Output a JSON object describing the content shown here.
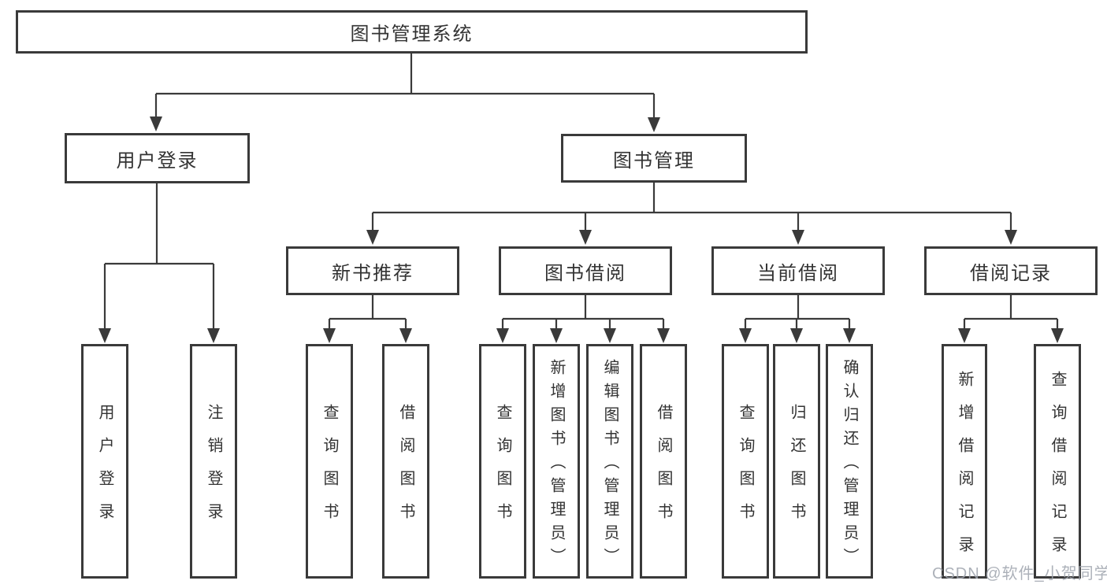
{
  "tree": {
    "root_label": "图书管理系统",
    "branches": [
      {
        "label": "用户登录",
        "children": [
          "用户登录",
          "注销登录"
        ]
      },
      {
        "label": "图书管理",
        "sections": [
          {
            "label": "新书推荐",
            "children": [
              "查询图书",
              "借阅图书"
            ]
          },
          {
            "label": "图书借阅",
            "children": [
              "查询图书",
              "新增图书（管理员）",
              "编辑图书（管理员）",
              "借阅图书"
            ]
          },
          {
            "label": "当前借阅",
            "children": [
              "查询图书",
              "归还图书",
              "确认归还（管理员）"
            ]
          },
          {
            "label": "借阅记录",
            "children": [
              "新增借阅记录",
              "查询借阅记录"
            ]
          }
        ]
      }
    ]
  },
  "watermark": "CSDN @软件_小贺同学",
  "colors": {
    "line": "#3a3a3a",
    "text": "#333333",
    "box_background": "#ffffff",
    "watermark": "#9ea3ad",
    "background": "#ffffff"
  }
}
